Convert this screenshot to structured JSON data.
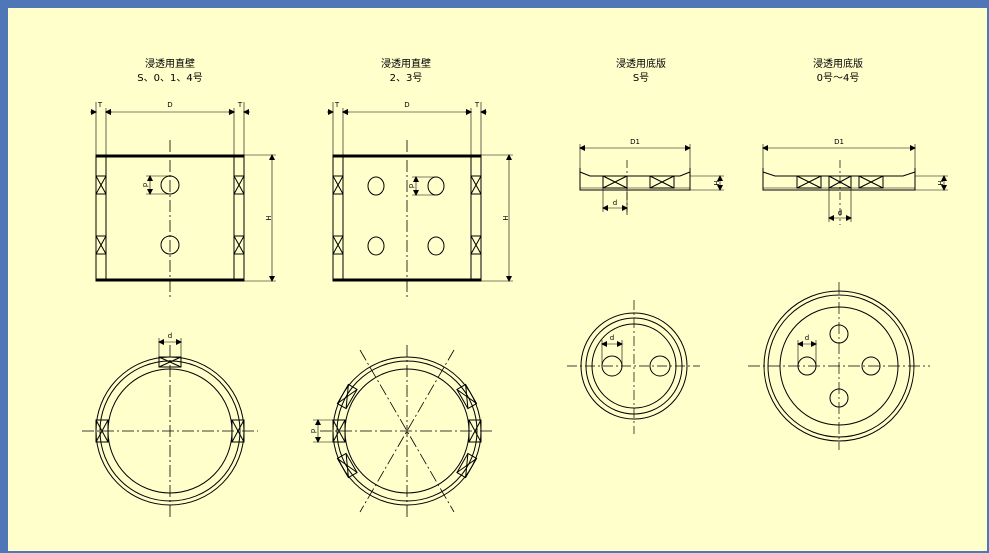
{
  "sections": [
    {
      "title": "浸透用直壁",
      "subtitle": "S、0、1、4号"
    },
    {
      "title": "浸透用直壁",
      "subtitle": "2、3号"
    },
    {
      "title": "浸透用底版",
      "subtitle": "S号"
    },
    {
      "title": "浸透用底版",
      "subtitle": "0号～4号"
    }
  ],
  "dim_labels": {
    "t": "T",
    "d_cap": "D",
    "d1": "D1",
    "h": "H",
    "d_small": "d"
  },
  "colors": {
    "border": "#4f77b8",
    "background": "#ffffcc",
    "line": "#000000"
  }
}
